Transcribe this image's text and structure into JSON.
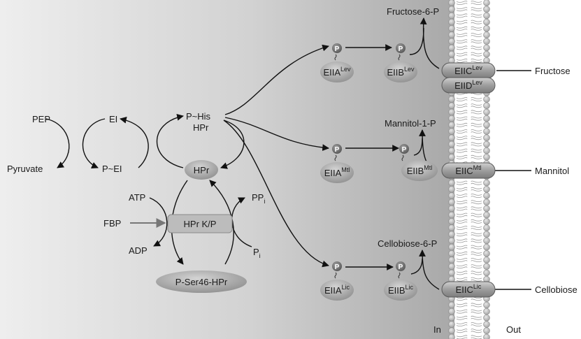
{
  "metabolites": {
    "pep": "PEP",
    "pyruvate": "Pyruvate",
    "ei": "EI",
    "p_ei": "P~EI",
    "p_his": "P~His",
    "hpr_under": "HPr",
    "hpr": "HPr",
    "atp": "ATP",
    "adp": "ADP",
    "fbp": "FBP",
    "ppi_base": "PP",
    "ppi_sub": "i",
    "pi_base": "P",
    "pi_sub": "i",
    "hpr_kp": "HPr K/P",
    "p_ser46_hpr": "P-Ser46-HPr",
    "fructose_6p": "Fructose-6-P",
    "mannitol_1p": "Mannitol-1-P",
    "cellobiose_6p": "Cellobiose-6-P",
    "fructose": "Fructose",
    "mannitol": "Mannitol",
    "cellobiose": "Cellobiose",
    "in": "In",
    "out": "Out"
  },
  "phospho_label": "P",
  "enzymes": {
    "eiia_lev": {
      "base": "EIIA",
      "sup": "Lev"
    },
    "eiib_lev": {
      "base": "EIIB",
      "sup": "Lev"
    },
    "eiic_lev": {
      "base": "EIIC",
      "sup": "Lev"
    },
    "eiid_lev": {
      "base": "EIID",
      "sup": "Lev"
    },
    "eiia_mtl": {
      "base": "EIIA",
      "sup": "Mtl"
    },
    "eiib_mtl": {
      "base": "EIIB",
      "sup": "Mtl"
    },
    "eiic_mtl": {
      "base": "EIIC",
      "sup": "Mtl"
    },
    "eiia_lic": {
      "base": "EIIA",
      "sup": "Lic"
    },
    "eiib_lic": {
      "base": "EIIB",
      "sup": "Lic"
    },
    "eiic_lic": {
      "base": "EIIC",
      "sup": "Lic"
    }
  },
  "colors": {
    "background_left": "#e9e9e9",
    "background_right": "#a9a9a9",
    "protein_fill": "#9a9a9a",
    "phospho_fill": "#7a7a7a",
    "membrane_lipid": "#bdbdbd",
    "arrow": "#111111"
  }
}
